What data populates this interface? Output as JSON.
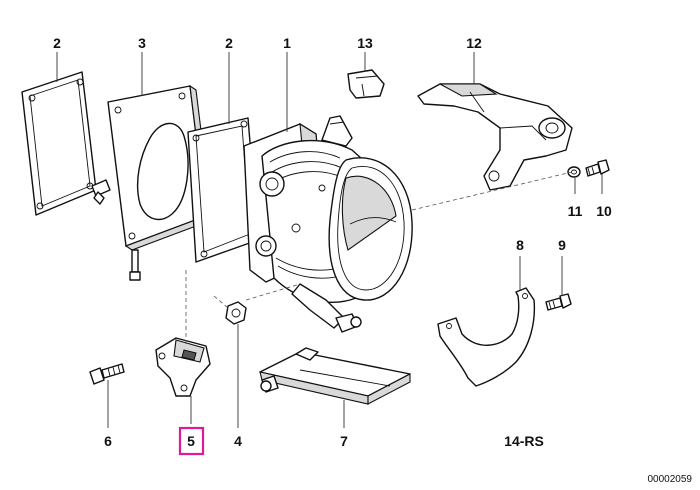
{
  "callouts": {
    "c1": "1",
    "c2a": "2",
    "c2b": "2",
    "c3": "3",
    "c4": "4",
    "c5": "5",
    "c6": "6",
    "c7": "7",
    "c8": "8",
    "c9": "9",
    "c10": "10",
    "c11": "11",
    "c12": "12",
    "c13": "13"
  },
  "group_label": "14-RS",
  "drawing_ref": "00002059",
  "highlight_color": "#e0199b"
}
